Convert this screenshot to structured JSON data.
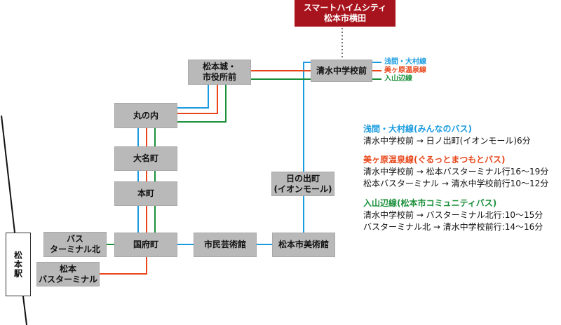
{
  "colors": {
    "asama": "#1a9be0",
    "utsukushigahara": "#e8461a",
    "iriyamabe": "#1a8f3a",
    "destination": "#a8141d",
    "stop_box": "#b9b9b9"
  },
  "destination": {
    "line1": "スマートハイムシティ",
    "line2": "松本市横田"
  },
  "station": {
    "name": "松本駅"
  },
  "stops": {
    "shimizu": "清水中学校前",
    "matsumotojo_line1": "松本城・",
    "matsumotojo_line2": "市役所前",
    "marunouchi": "丸の内",
    "daimyocho": "大名町",
    "honmachi": "本町",
    "kofumachi": "国府町",
    "bt_north_line1": "バス",
    "bt_north_line2": "ターミナル北",
    "bt_line1": "松本",
    "bt_line2": "バスターミナル",
    "shimin_geijutsukan": "市民芸術館",
    "bijutsukan": "松本市美術館",
    "hinodemachi_line1": "日の出町",
    "hinodemachi_line2": "(イオンモール)"
  },
  "legend": [
    {
      "label": "浅間・大村線",
      "color_key": "asama"
    },
    {
      "label": "美ヶ原温泉線",
      "color_key": "utsukushigahara"
    },
    {
      "label": "入山辺線",
      "color_key": "iriyamabe"
    }
  ],
  "info": [
    {
      "title": "浅間・大村線(みんなのバス)",
      "rows": [
        "清水中学校前 → 日ノ出町(イオンモール)6分"
      ]
    },
    {
      "title": "美ヶ原温泉線(ぐるっとまつもとバス)",
      "rows": [
        "清水中学校前 → 松本バスターミナル行16〜19分",
        "松本バスターミナル → 清水中学校前行10〜12分"
      ]
    },
    {
      "title": "入山辺線(松本市コミュニティバス)",
      "rows": [
        "清水中学校前 → バスターミナル北行:10〜15分",
        "バスターミナル北 → 清水中学校前行:14〜16分"
      ]
    }
  ]
}
